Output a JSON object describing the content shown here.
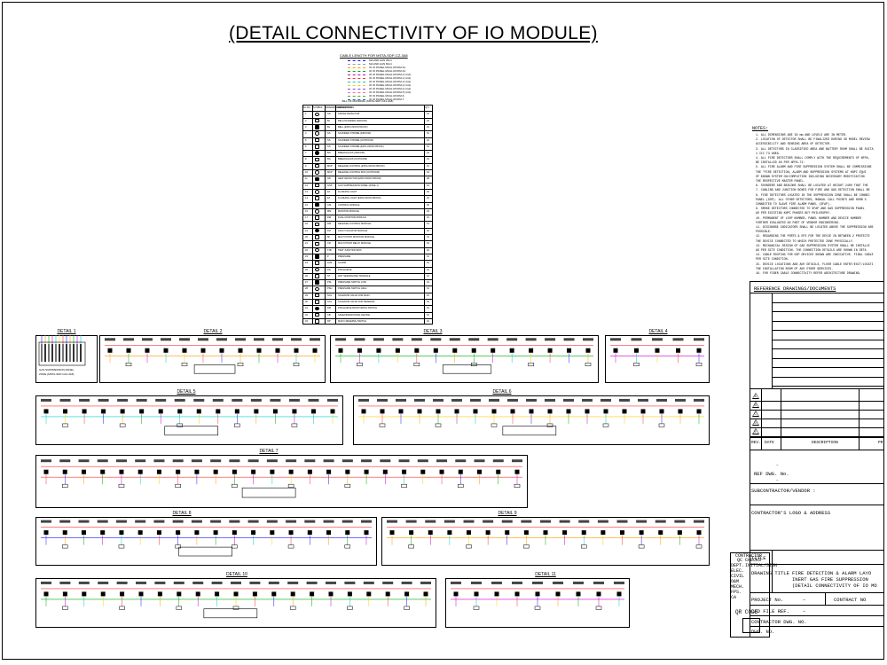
{
  "sheet": {
    "title": "(DETAIL CONNECTIVITY OF IO MODULE)"
  },
  "legend": {
    "title": "CABLE LENGTH FOR MSTA-SDP-CZ-3A8",
    "rows": [
      {
        "label": "MA AND AAN 29mt",
        "color": "#1a1aff"
      },
      {
        "label": "MA AND AAN 60mt",
        "color": "#999999"
      },
      {
        "label": "IO IO PANEL MCAL ROOM 44",
        "color": "#ff9900"
      },
      {
        "label": "IO IO PANEL MCAL ROOM 44",
        "color": "#00aa00"
      },
      {
        "label": "IO IO PANEL MCAL ROOM-2 (1mt)",
        "color": "#cc00cc"
      },
      {
        "label": "IO IO PANEL MCAL ROOM-2 (1mt)",
        "color": "#ff3333"
      },
      {
        "label": "IO IO PANEL MCAL ROOM-3 (1mt)",
        "color": "#00cccc"
      },
      {
        "label": "IO IO PANEL MCAL ROOM-3 (1mt)",
        "color": "#ffcc00"
      },
      {
        "label": "IO IO PANEL MCAL ROOM-4 (1mt)",
        "color": "#8844ff"
      },
      {
        "label": "IO IO PANEL MCAL ROOM-5 (1mt)",
        "color": "#ff66aa"
      },
      {
        "label": "IO IO PANEL MCAL ROOM-6",
        "color": "#66aa00"
      },
      {
        "label": "IO IO PANEL MCAL ROOM-7",
        "color": "#0066cc"
      }
    ]
  },
  "bom": {
    "caption": "BILL OF MATERIAL (MSTA-SDP-CZ1-3A8)",
    "headers": [
      "SL NO.",
      "SYMBOL",
      "DRAWING ABBREVIATION",
      "DESCRIPTION",
      "QTY"
    ],
    "rows": [
      [
        "1",
        "",
        "SD",
        "SMOKE DETECTOR",
        "01"
      ],
      [
        "2",
        "",
        "BL",
        "BELL/SOUNDER (INDOOR)",
        "02"
      ],
      [
        "3",
        "",
        "BL",
        "BELL (EXPLOSION PROOF)",
        "01"
      ],
      [
        "4",
        "",
        "SS",
        "SOUNDER STROBE (INDOOR)",
        "01"
      ],
      [
        "5",
        "",
        "SS",
        "SOUNDER STROBE (OUTDOOR)",
        "01"
      ],
      [
        "6",
        "",
        "SS",
        "SOUNDER STROBE (EXPLOSION PROOF)",
        "01"
      ],
      [
        "7",
        "",
        "BG",
        "BREAKGLASS (INDOOR)",
        "01"
      ],
      [
        "8",
        "",
        "BG",
        "BREAKGLASS (OUTDOOR)",
        "01"
      ],
      [
        "9",
        "",
        "MCP",
        "RELEASE CONTROL (EXPLOSION PROOF)",
        "01"
      ],
      [
        "10",
        "",
        "MCP",
        "RELEASE CONTROL BOX (OUTDOOR)",
        "01"
      ],
      [
        "11",
        "",
        "HD",
        "HEAT DETECTOR (EXPLOSION PROOF)",
        "08"
      ],
      [
        "12",
        "",
        "GSP",
        "GAS SUPPRESSION PANEL (ZONE 1)",
        "01"
      ],
      [
        "13",
        "",
        "FA",
        "FLASHING LIGHT",
        "02"
      ],
      [
        "14",
        "",
        "FA",
        "FLASHING LIGHT (EXPLOSION PROOF)",
        "01"
      ],
      [
        "15",
        "",
        "CM",
        "CONTROL MODULE",
        "02"
      ],
      [
        "16",
        "",
        "MM",
        "MONITOR MODULE",
        "04"
      ],
      [
        "17",
        "",
        "DM",
        "DUAL MONITOR MODULE",
        "01"
      ],
      [
        "18",
        "",
        "RM",
        "RELEASE CONTROL MODULE",
        "01"
      ],
      [
        "19",
        "",
        "FM",
        "FAULT ISOLATOR MODULE",
        "02"
      ],
      [
        "20",
        "",
        "MI",
        "MULTI POINT MONITOR MODULE",
        "01"
      ],
      [
        "21",
        "",
        "CR",
        "MULTI POINT RELAY MODULE",
        "01"
      ],
      [
        "22",
        "",
        "TJB",
        "TEST JUNCTION BOX",
        "02"
      ],
      [
        "23",
        "",
        "P",
        "PRESSURE",
        "01"
      ],
      [
        "24",
        "",
        "ALM",
        "ALARM",
        "01"
      ],
      [
        "25",
        "",
        "DG",
        "DISCHARGE",
        "01"
      ],
      [
        "26",
        "",
        "ST",
        "WAY SEMAPHORE TRIANGLE",
        "01"
      ],
      [
        "27",
        "",
        "PSL",
        "PRESSURE SWITCH LOW",
        "01"
      ],
      [
        "28",
        "",
        "PSH",
        "PRESSURE SWITCH HIGH",
        "01"
      ],
      [
        "29",
        "",
        "SOL",
        "SOLENOID VALVE FOR MAIN",
        "01"
      ],
      [
        "30",
        "",
        "SOL",
        "SOLENOID VALVE FOR RESERVE",
        "01"
      ],
      [
        "31",
        "",
        "DM",
        "DISCHARGE MONITORING SWITCH",
        "01"
      ],
      [
        "32",
        "",
        "CB",
        "SAFE/OPERATIONAL DEVICE",
        "01"
      ],
      [
        "33",
        "",
        "RP",
        "MAIN / RESERVE SWITCH",
        "01"
      ]
    ]
  },
  "details": [
    {
      "label": "DETAIL 1"
    },
    {
      "label": "DETAIL 2"
    },
    {
      "label": "DETAIL 3"
    },
    {
      "label": "DETAIL 4"
    },
    {
      "label": "DETAIL 5"
    },
    {
      "label": "DETAIL 6"
    },
    {
      "label": "DETAIL 7"
    },
    {
      "label": "DETAIL 8"
    },
    {
      "label": "DETAIL 9"
    },
    {
      "label": "DETAIL 10"
    },
    {
      "label": "DETAIL 11"
    }
  ],
  "detail1_panel": {
    "line1": "GAS SUPPRESSION PANEL",
    "line2": "ZONE (MSTA-SDP-CZ1-3A8)"
  },
  "notes": {
    "heading": "NOTES:",
    "items": [
      "1.  ALL DIMENSIONS ARE IN mm AND LEVELS ARE IN METER.",
      "2.  LOCATION OF DETECTOR SHALL BE FINALIZED DURING 3D MODEL REVIEW",
      "    ACCESSIBILITY AND SENSING AREA OF DETECTOR.",
      "3.  ALL DETECTORS IN CLASSIFIED AREA AND BATTERY ROOM SHALL BE SUITA",
      "    1 IIC T3 AREA.",
      "4.  ALL FIRE DETECTORS SHALL COMPLY WITH THE REQUIREMENTS OF NFPA-",
      "    BE INSTALLED AS PER NFPA-72.",
      "5.  ALL FIRE ALARM AND FIRE SUPPRESSION SYSTEM SHALL BE COMMISSIONE",
      "    THE \"FIRE DETECTION, ALARM AND SUPPRESSION SYSTEMS AT KNPC EQUI",
      "    OF KNOWN SYSTEM ON/COMPLETION INCLUDING NECESSARY MODIFICATION",
      "    THE RESPECTIVE MASTER PANEL.",
      "6.  SOUNDERS AND BEACONS SHALL BE LOCATED AT HEIGHT 2400 THAT THE",
      "7.  CABLING AND JUNCTION BOXES FOR FIRE AND GAS DETECTION SHALL BE",
      "8.  FIRE DETECTORS LOCATED IN THE SUPPRESSION ZONE SHALL BE CONNEC",
      "    PANEL (GSP). ALL OTHER DETECTORS, MANUAL CALL POINTS AND HORN S",
      "    CONNECTED TO SLAVE FIRE ALARM PANEL (SFAP).",
      "9.  SMOKE DETECTORS CONNECTED TO SFAP AND GAS SUPPRESSION PANEL",
      "    AS PER EXISTING KNPC PHASES BUT PHILOSOPHY.",
      "10. PERMANENT OF LOOP NUMBER, PANEL NUMBER AND DEVICE NUMBER",
      "    FURTHER EVALUATED AS PART OF VENDOR ENGINEERING.",
      "11. DISCHARGE INDICATORS SHALL BE LOCATED ABOVE THE SUPPRESSION ARE",
      "    POSSIBLE.",
      "12. REGARDING THE PORTS & EFS FOR THE DEVIE IN BETWEEN 2 PROTECTE",
      "    THE DEVICE CONNECTED TO WHICH PROTECTED ZONE PHYSICALLY.",
      "13. MECHANICAL DESIGN OF GAS SUPPRESSION SYSTEM SHALL BE INSTALLE",
      "    AS PER SITE CONDITION. THE CONNECTION DETAILS ARE SHOWN IN DETA",
      "14. CABLE ROUTING FOR GSP DEVICES SHOWN ARE INDICATIVE. FINAL CABLE",
      "    PER SITE CONDITION.",
      "15. DEVICE LOCATIONS AND ANY DETAILS, FLOOR CABLE ENTRY/EXIT/LOCATI",
      "    THE INSTALLATION ROOM OF ANY OTHER SERVICES.",
      "16. FOR FIBER CABLE CONNECTIVITY REFER ARCHITECTURE DRAWING."
    ]
  },
  "title_block": {
    "ref_docs": "REFERENCE DRAWINGS/DOCUMENTS",
    "rev": "REV.",
    "date": "DATE",
    "description": "DESCRIPTION",
    "pr": "PR",
    "ref_dwg": "REF DWG. No.",
    "dash": "–",
    "subcontractor": "SUBCONTRACTOR/VENDOR :",
    "contractor_logo": "CONTRACTOR'S LOGO & ADDRESS",
    "title": "TITLE",
    "drawing_title_label": "DRAWING TITLE",
    "drawing_title_1": "FIRE DETECTION & ALARM LAYO",
    "drawing_title_2": "INERT GAS FIRE SUPPRESSION",
    "drawing_title_3": "(DETAIL CONNECTIVITY OF IO MO",
    "project_no": "PROJECT No.",
    "contract_no": "CONTRACT NO",
    "cad_file_ref": "CAD FILE REF.",
    "contractor_dwg_no": "CONTRACTOR DWG. NO.",
    "dwg_no": "DWG. NO.",
    "contractor_qc": "CONTRACTOR",
    "qc_checks": "QC CHECKS",
    "dept": "DEPT.",
    "initial_sign": "INITIAL/SIGN",
    "elec": "ELEC.",
    "civil": "CIVIL",
    "om": "O&M",
    "mech": "MECH.",
    "fps": "FPS.",
    "ca": "CA",
    "qr_code": "QR CODE",
    "revs": [
      "A",
      "B",
      "C",
      "D",
      "E"
    ]
  }
}
